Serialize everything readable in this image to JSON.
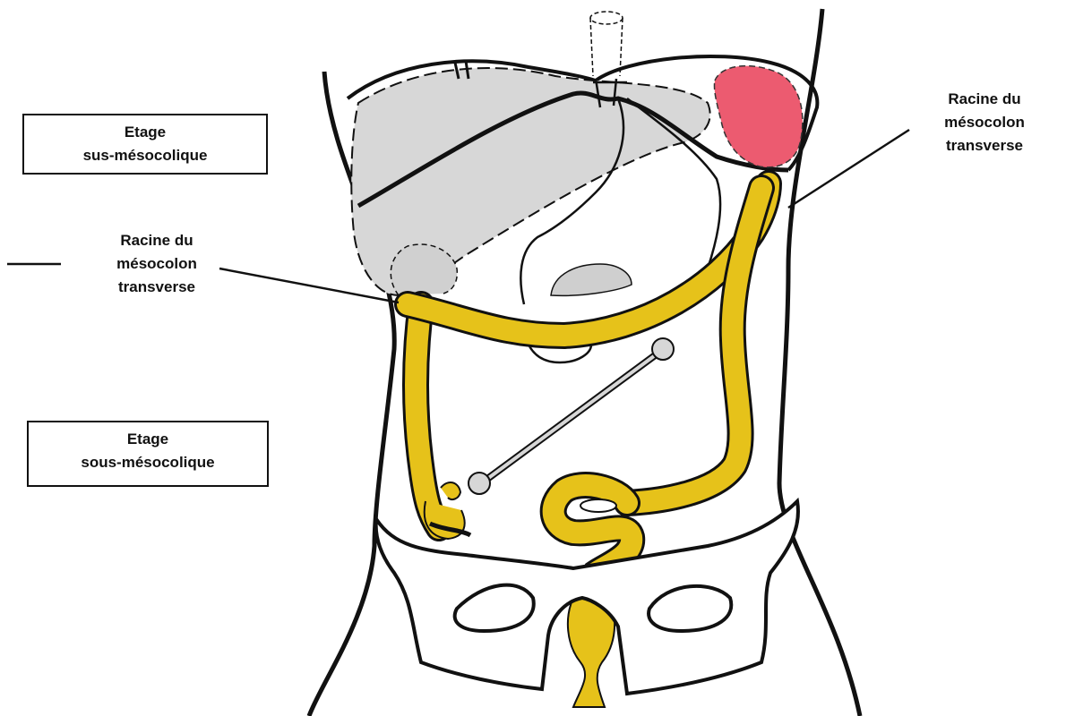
{
  "labels": {
    "upper_floor": [
      "Etage",
      "sus-mésocolique"
    ],
    "lower_floor": [
      "Etage",
      "sous-mésocolique"
    ],
    "root_left": [
      "Racine du",
      "mésocolon",
      "transverse"
    ],
    "root_right": [
      "Racine du",
      "mésocolon",
      "transverse"
    ]
  },
  "colors": {
    "colon": "#e6c21a",
    "liver": "#d7d7d7",
    "spleen": "#ec5b70",
    "stomach_body": "#ffffff",
    "pancreas_head": "#cfcfcf",
    "outline": "#111111"
  }
}
